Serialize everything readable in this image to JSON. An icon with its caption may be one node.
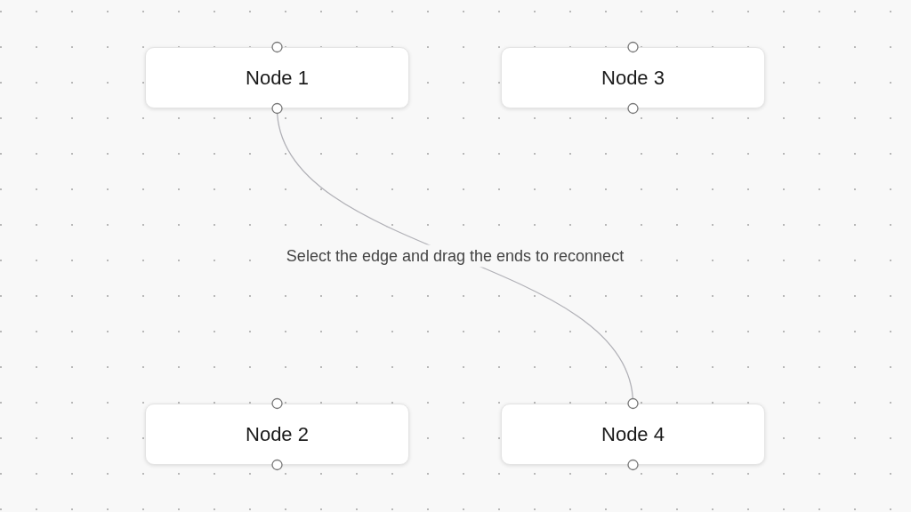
{
  "diagram": {
    "nodes": [
      {
        "text": [
          "Node 1"
        ]
      },
      {
        "text": [
          "Node 3"
        ]
      },
      {
        "text": [
          "Node 2"
        ]
      },
      {
        "text": [
          "Node 4"
        ]
      }
    ],
    "edges": [
      {
        "from": 0,
        "to": 3,
        "arrow": "none",
        "label": "Select the edge and drag the ends to reconnect"
      }
    ]
  }
}
